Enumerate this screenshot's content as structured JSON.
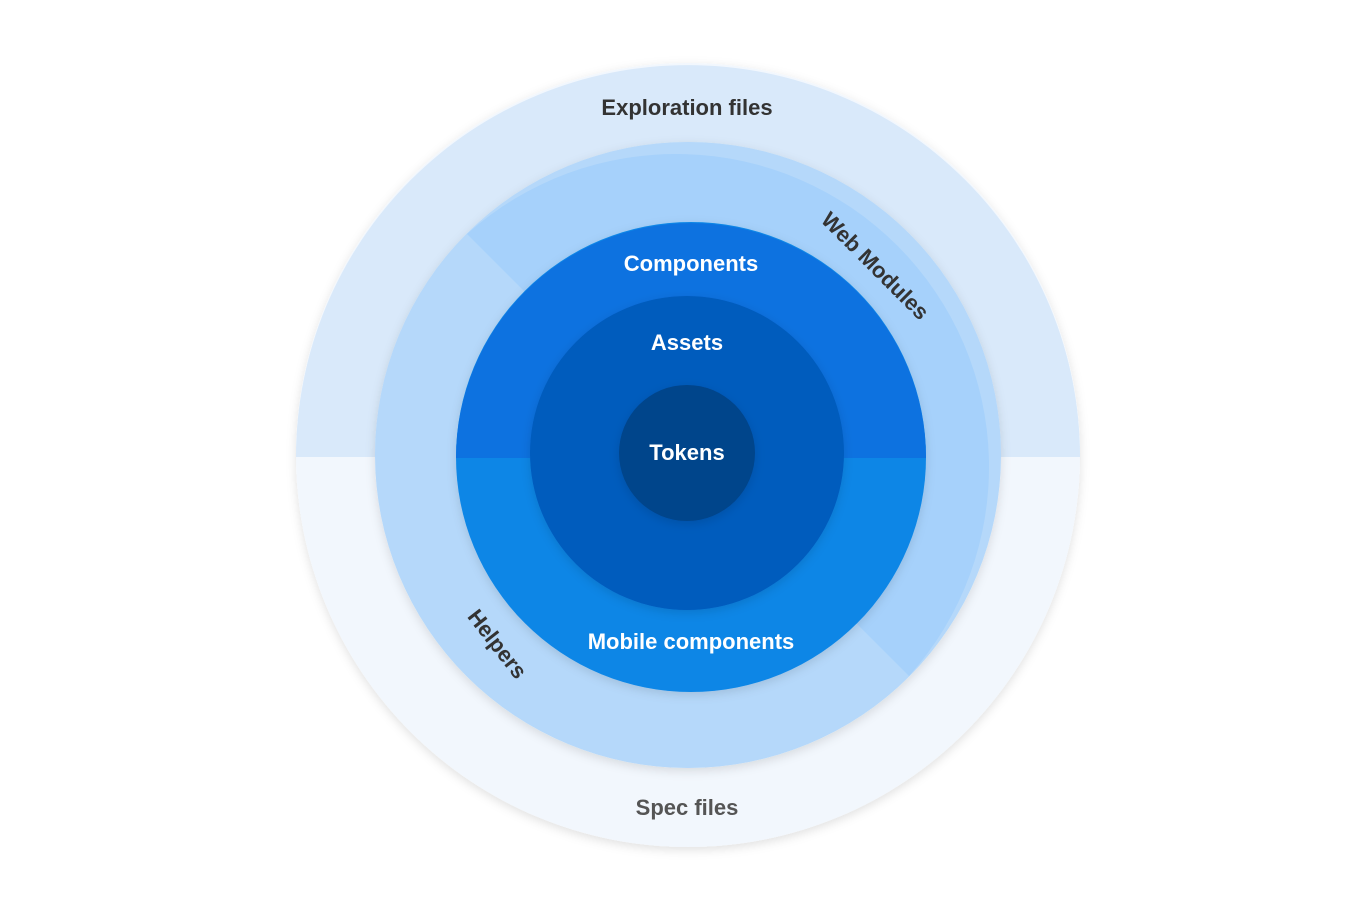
{
  "diagram": {
    "layers": {
      "outer_top": {
        "label": "Exploration files",
        "color": "#d9e9fa"
      },
      "outer_bottom": {
        "label": "Spec files",
        "color": "#f2f7fd"
      },
      "ring2_upper_right": {
        "label": "Web Modules",
        "color": "#a6d1fb"
      },
      "ring2_lower_left": {
        "label": "Helpers",
        "color": "#b5d8fa"
      },
      "ring3_top": {
        "label": "Components",
        "color": "#0a72e0"
      },
      "ring3_bottom": {
        "label": "Mobile components",
        "color": "#0a86e6"
      },
      "ring4": {
        "label": "Assets",
        "color": "#055bbd"
      },
      "core": {
        "label": "Tokens",
        "color": "#04448b"
      }
    }
  }
}
